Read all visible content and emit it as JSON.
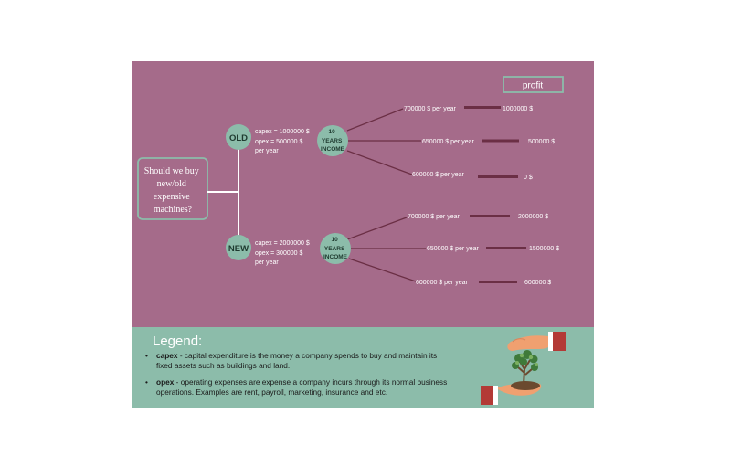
{
  "question": [
    "Should we buy",
    "new/old",
    "expensive",
    "machines?"
  ],
  "profit_label": "profit",
  "options": [
    {
      "label": "OLD",
      "costs": [
        "capex = 1000000 $",
        "opex = 500000 $",
        "per year"
      ],
      "income_label": [
        "10",
        "YEARS",
        "INCOME"
      ],
      "outcomes": [
        {
          "income": "700000 $ per year",
          "profit": "1000000 $"
        },
        {
          "income": "650000 $ per year",
          "profit": "500000 $"
        },
        {
          "income": "600000 $ per year",
          "profit": "0 $"
        }
      ]
    },
    {
      "label": "NEW",
      "costs": [
        "capex = 2000000 $",
        "opex = 300000 $",
        "per year"
      ],
      "income_label": [
        "10",
        "YEARS",
        "INCOME"
      ],
      "outcomes": [
        {
          "income": "700000 $ per year",
          "profit": "2000000 $"
        },
        {
          "income": "650000 $ per year",
          "profit": "1500000 $"
        },
        {
          "income": "600000 $ per year",
          "profit": "600000 $"
        }
      ]
    }
  ],
  "legend": {
    "title": "Legend:",
    "items": [
      {
        "term": "capex",
        "text": " - capital expenditure is the money a company spends to buy and maintain its fixed assets such as buildings and land."
      },
      {
        "term": "opex",
        "text": " - operating expenses are expense a company incurs through its normal business operations. Examples are rent, payroll, marketing, insurance and etc."
      }
    ]
  },
  "colors": {
    "panel": "#a56b8a",
    "teal": "#8cbcaa",
    "node_text": "#1e3a2f",
    "line_dark": "#6b2f45",
    "white": "#ffffff"
  },
  "icon": "hands-holding-plant-icon"
}
